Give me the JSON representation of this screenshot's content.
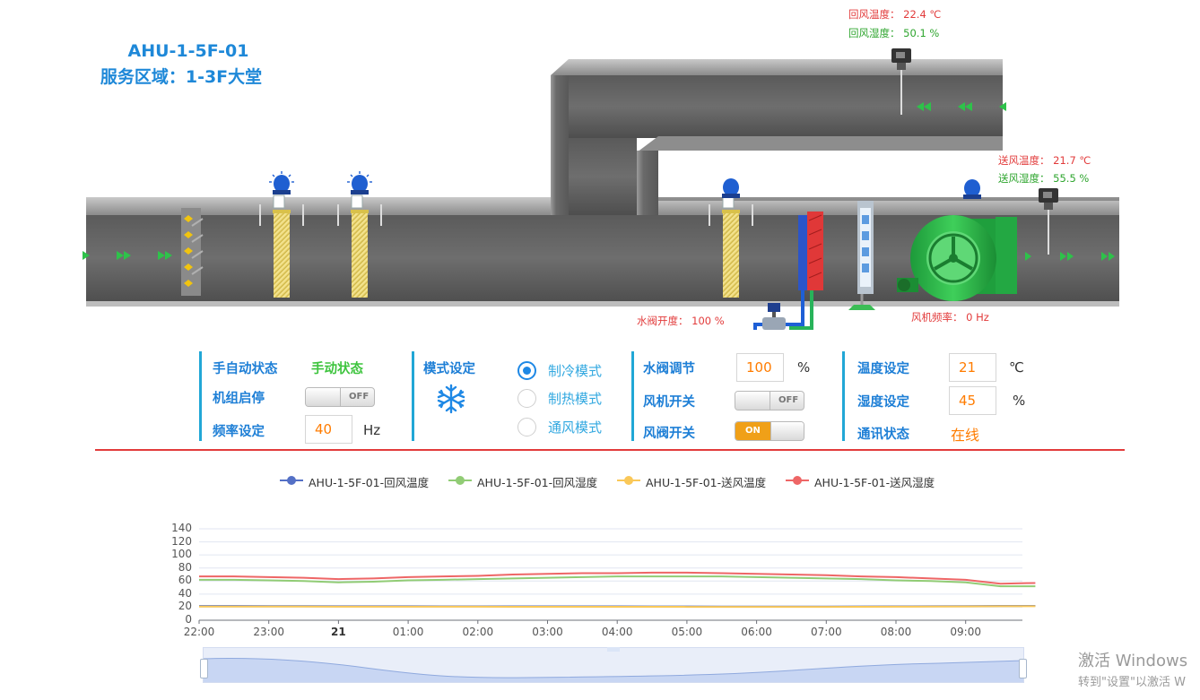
{
  "header": {
    "unit_name": "AHU-1-5F-01",
    "service_area": "服务区域：1-3F大堂"
  },
  "sensors": {
    "return_temp": "回风温度：  22.4 ℃",
    "return_humidity": "回风湿度：  50.1 %",
    "supply_temp": "送风温度：  21.7 ℃",
    "supply_humidity": "送风湿度：  55.5 %",
    "valve_opening": "水阀开度：  100 %",
    "fan_frequency": "风机频率：  0 Hz"
  },
  "controls": {
    "auto_manual_label": "手自动状态",
    "auto_manual_value": "手动状态",
    "unit_start_stop_label": "机组启停",
    "unit_start_stop_state": "OFF",
    "freq_setting_label": "频率设定",
    "freq_setting_value": "40",
    "freq_unit": "Hz",
    "mode_setting_label": "模式设定",
    "modes": [
      "制冷模式",
      "制热模式",
      "通风模式"
    ],
    "selected_mode": "制冷模式",
    "valve_adjust_label": "水阀调节",
    "valve_adjust_value": "100",
    "valve_unit": "%",
    "fan_switch_label": "风机开关",
    "fan_switch_state": "OFF",
    "damper_switch_label": "风阀开关",
    "damper_switch_state": "ON",
    "temp_setting_label": "温度设定",
    "temp_setting_value": "21",
    "temp_unit": "℃",
    "humidity_setting_label": "湿度设定",
    "humidity_setting_value": "45",
    "humidity_unit": "%",
    "comm_status_label": "通讯状态",
    "comm_status_value": "在线"
  },
  "colors": {
    "accent_blue": "#1e88d8",
    "label_blue": "#1e7fd6",
    "value_orange": "#ff7c00",
    "manual_green": "#3ec43e",
    "divider_red": "#e23b3b",
    "toggle_on": "#f0a018",
    "fan_green": "#2fbf47"
  },
  "chart_data": {
    "type": "line",
    "x": [
      "22:00",
      "22:30",
      "23:00",
      "23:30",
      "21",
      "00:30",
      "01:00",
      "01:30",
      "02:00",
      "02:30",
      "03:00",
      "03:30",
      "04:00",
      "04:30",
      "05:00",
      "05:30",
      "06:00",
      "06:30",
      "07:00",
      "07:30",
      "08:00",
      "08:30",
      "09:00",
      "09:30",
      "09:50"
    ],
    "x_tick_labels": [
      "22:00",
      "23:00",
      "21",
      "01:00",
      "02:00",
      "03:00",
      "04:00",
      "05:00",
      "06:00",
      "07:00",
      "08:00",
      "09:00"
    ],
    "ylim": [
      0,
      140
    ],
    "y_ticks": [
      0,
      20,
      40,
      60,
      80,
      100,
      120,
      140
    ],
    "legend_position": "top-center",
    "grid": true,
    "series": [
      {
        "name": "AHU-1-5F-01-回风温度",
        "color": "#5470c6",
        "values": [
          21.8,
          21.8,
          21.7,
          21.6,
          21.5,
          21.4,
          21.4,
          21.3,
          21.3,
          21.3,
          21.2,
          21.2,
          21.2,
          21.1,
          21.1,
          21.0,
          21.0,
          21.0,
          21.0,
          21.1,
          21.2,
          21.4,
          21.6,
          21.9,
          22.0
        ]
      },
      {
        "name": "AHU-1-5F-01-回风湿度",
        "color": "#91cc75",
        "values": [
          62,
          62,
          61,
          60,
          58,
          59,
          61,
          62,
          63,
          64,
          65,
          66,
          67,
          67,
          67,
          67,
          66,
          65,
          64,
          63,
          61,
          60,
          58,
          52,
          52
        ]
      },
      {
        "name": "AHU-1-5F-01-送风温度",
        "color": "#fac858",
        "values": [
          21.0,
          21.0,
          20.9,
          20.9,
          20.8,
          20.8,
          20.7,
          20.7,
          20.7,
          20.6,
          20.6,
          20.6,
          20.6,
          20.6,
          20.5,
          20.5,
          20.5,
          20.5,
          20.5,
          20.6,
          20.7,
          20.9,
          21.1,
          21.4,
          21.5
        ]
      },
      {
        "name": "AHU-1-5F-01-送风湿度",
        "color": "#ee6666",
        "values": [
          67,
          67,
          66,
          65,
          63,
          64,
          66,
          67,
          68,
          70,
          71,
          72,
          72,
          73,
          73,
          72,
          71,
          70,
          69,
          67,
          66,
          64,
          62,
          56,
          57
        ]
      }
    ]
  },
  "watermark": {
    "line1": "激活 Windows",
    "line2": "转到\"设置\"以激活 W"
  }
}
